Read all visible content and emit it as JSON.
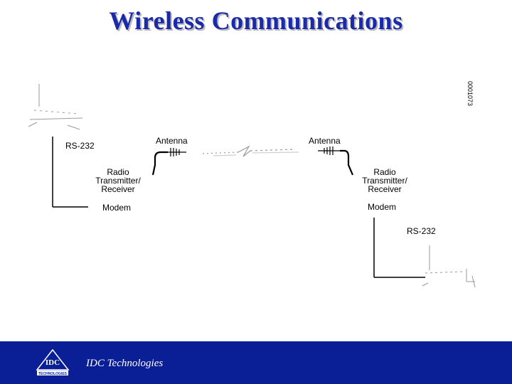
{
  "slide": {
    "title": "Wireless Communications",
    "doc_code": "0001073"
  },
  "diagram": {
    "left": {
      "interface": "RS-232",
      "antenna": "Antenna",
      "radio_lines": [
        "Radio",
        "Transmitter/",
        "Receiver"
      ],
      "modem": "Modem"
    },
    "right": {
      "interface": "RS-232",
      "antenna": "Antenna",
      "radio_lines": [
        "Radio",
        "Transmitter/",
        "Receiver"
      ],
      "modem": "Modem"
    }
  },
  "footer": {
    "company": "IDC Technologies",
    "logo_text": "IDC",
    "logo_subtext": "TECHNOLOGIES",
    "bg_color": "#0a1f96"
  }
}
